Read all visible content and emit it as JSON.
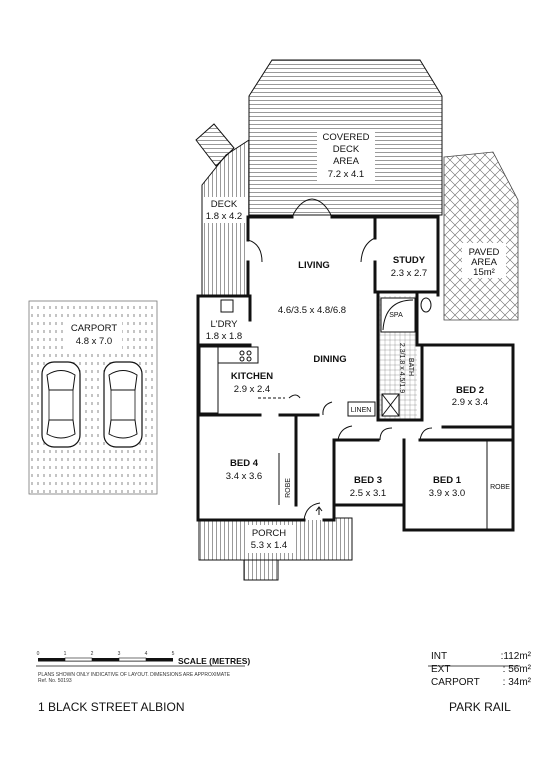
{
  "rooms": {
    "covered_deck": {
      "name_line1": "COVERED",
      "name_line2": "DECK",
      "name_line3": "AREA",
      "size": "7.2 x 4.1"
    },
    "deck": {
      "name": "DECK",
      "size": "1.8 x 4.2"
    },
    "living": {
      "name": "LIVING",
      "size": "4.6/3.5 x 4.8/6.8"
    },
    "dining": {
      "name": "DINING"
    },
    "study": {
      "name": "STUDY",
      "size": "2.3 x 2.7"
    },
    "paved": {
      "name_line1": "PAVED",
      "name_line2": "AREA",
      "size": "15m²"
    },
    "carport": {
      "name": "CARPORT",
      "size": "4.8 x 7.0"
    },
    "laundry": {
      "name": "L'DRY",
      "size": "1.8 x 1.8"
    },
    "kitchen": {
      "name": "KITCHEN",
      "size": "2.9 x 2.4"
    },
    "spa": {
      "name": "SPA"
    },
    "bath": {
      "name": "BATH",
      "size": "2.3/1.8 x 4.5/1.9"
    },
    "bed2": {
      "name": "BED 2",
      "size": "2.9 x 3.4"
    },
    "linen": {
      "name": "LINEN"
    },
    "bed4": {
      "name": "BED 4",
      "size": "3.4 x 3.6",
      "robe": "ROBE"
    },
    "bed3": {
      "name": "BED 3",
      "size": "2.5 x 3.1"
    },
    "bed1": {
      "name": "BED 1",
      "size": "3.9 x 3.0",
      "robe": "ROBE"
    },
    "porch": {
      "name": "PORCH",
      "size": "5.3 x 1.4"
    }
  },
  "scale": {
    "ticks": [
      "0",
      "1",
      "2",
      "3",
      "4",
      "5"
    ],
    "label": "SCALE (METRES)"
  },
  "disclaimer": {
    "line1": "PLANS SHOWN ONLY INDICATIVE OF LAYOUT.  DIMENSIONS ARE APPROXIMATE",
    "line2": "Ref. No. 50193"
  },
  "areas": [
    {
      "label": "INT",
      "value": ":112m²"
    },
    {
      "label": "EXT",
      "value": ":  56m²"
    },
    {
      "label": "CARPORT",
      "value": ":  34m²"
    }
  ],
  "address": "1 BLACK STREET ALBION",
  "rail_note": "PARK RAIL",
  "colors": {
    "ink": "#111111",
    "hatch": "#444444",
    "paper": "#ffffff"
  }
}
